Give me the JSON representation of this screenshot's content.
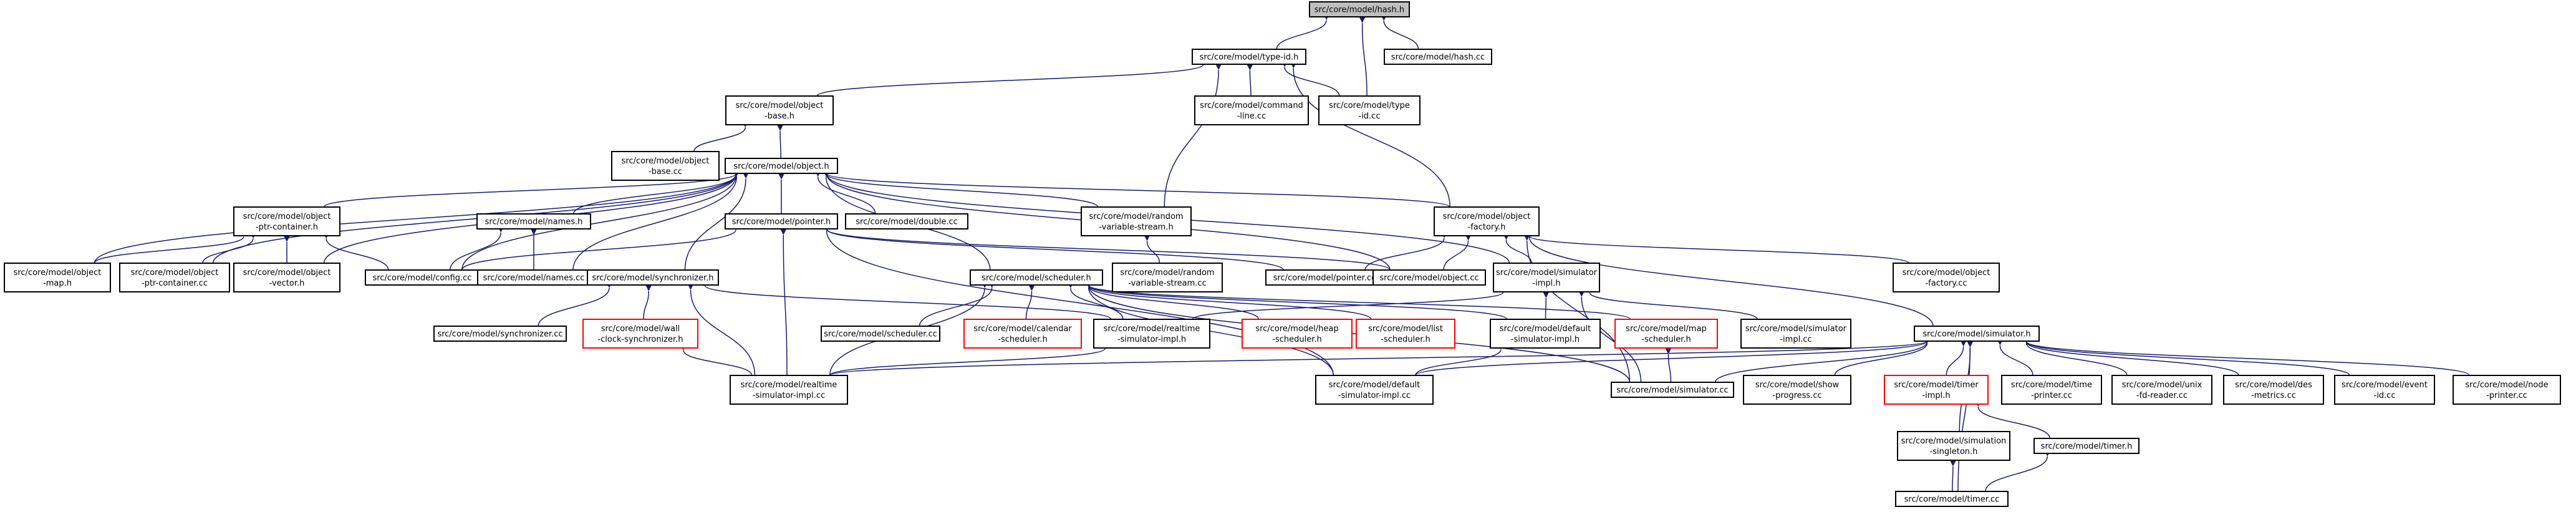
{
  "nodes": {
    "hash_h": {
      "label": [
        "src/core/model/hash.h"
      ],
      "style": "focus"
    },
    "hash_cc": {
      "label": [
        "src/core/model/hash.cc"
      ],
      "style": "normal"
    },
    "type_id_h": {
      "label": [
        "src/core/model/type-id.h"
      ],
      "style": "normal"
    },
    "object_base_h": {
      "label": [
        "src/core/model/object",
        "-base.h"
      ],
      "style": "normal"
    },
    "command_line_cc": {
      "label": [
        "src/core/model/command",
        "-line.cc"
      ],
      "style": "normal"
    },
    "type_id_cc": {
      "label": [
        "src/core/model/type",
        "-id.cc"
      ],
      "style": "normal"
    },
    "object_base_cc": {
      "label": [
        "src/core/model/object",
        "-base.cc"
      ],
      "style": "normal"
    },
    "object_h": {
      "label": [
        "src/core/model/object.h"
      ],
      "style": "normal"
    },
    "object_ptr_container_h": {
      "label": [
        "src/core/model/object",
        "-ptr-container.h"
      ],
      "style": "normal"
    },
    "names_h": {
      "label": [
        "src/core/model/names.h"
      ],
      "style": "normal"
    },
    "pointer_h": {
      "label": [
        "src/core/model/pointer.h"
      ],
      "style": "normal"
    },
    "double_cc": {
      "label": [
        "src/core/model/double.cc"
      ],
      "style": "normal"
    },
    "random_variable_stream_h": {
      "label": [
        "src/core/model/random",
        "-variable-stream.h"
      ],
      "style": "normal"
    },
    "object_factory_h": {
      "label": [
        "src/core/model/object",
        "-factory.h"
      ],
      "style": "normal"
    },
    "object_map_h": {
      "label": [
        "src/core/model/object",
        "-map.h"
      ],
      "style": "normal"
    },
    "object_ptr_container_cc": {
      "label": [
        "src/core/model/object",
        "-ptr-container.cc"
      ],
      "style": "normal"
    },
    "object_vector_h": {
      "label": [
        "src/core/model/object",
        "-vector.h"
      ],
      "style": "normal"
    },
    "config_cc": {
      "label": [
        "src/core/model/config.cc"
      ],
      "style": "normal"
    },
    "names_cc": {
      "label": [
        "src/core/model/names.cc"
      ],
      "style": "normal"
    },
    "random_variable_stream_cc": {
      "label": [
        "src/core/model/random",
        "-variable-stream.cc"
      ],
      "style": "normal"
    },
    "pointer_cc": {
      "label": [
        "src/core/model/pointer.cc"
      ],
      "style": "normal"
    },
    "object_cc": {
      "label": [
        "src/core/model/object.cc"
      ],
      "style": "normal"
    },
    "simulator_impl_h": {
      "label": [
        "src/core/model/simulator",
        "-impl.h"
      ],
      "style": "normal"
    },
    "object_factory_cc": {
      "label": [
        "src/core/model/object",
        "-factory.cc"
      ],
      "style": "normal"
    },
    "synchronizer_h": {
      "label": [
        "src/core/model/synchronizer.h"
      ],
      "style": "normal"
    },
    "scheduler_h": {
      "label": [
        "src/core/model/scheduler.h"
      ],
      "style": "normal"
    },
    "synchronizer_cc": {
      "label": [
        "src/core/model/synchronizer.cc"
      ],
      "style": "normal"
    },
    "wall_clock_synchronizer_h": {
      "label": [
        "src/core/model/wall",
        "-clock-synchronizer.h"
      ],
      "style": "truncated"
    },
    "scheduler_cc": {
      "label": [
        "src/core/model/scheduler.cc"
      ],
      "style": "normal"
    },
    "calendar_scheduler_h": {
      "label": [
        "src/core/model/calendar",
        "-scheduler.h"
      ],
      "style": "truncated"
    },
    "realtime_simulator_impl_h": {
      "label": [
        "src/core/model/realtime",
        "-simulator-impl.h"
      ],
      "style": "normal"
    },
    "heap_scheduler_h": {
      "label": [
        "src/core/model/heap",
        "-scheduler.h"
      ],
      "style": "truncated"
    },
    "list_scheduler_h": {
      "label": [
        "src/core/model/list",
        "-scheduler.h"
      ],
      "style": "truncated"
    },
    "default_simulator_impl_h": {
      "label": [
        "src/core/model/default",
        "-simulator-impl.h"
      ],
      "style": "normal"
    },
    "map_scheduler_h": {
      "label": [
        "src/core/model/map",
        "-scheduler.h"
      ],
      "style": "truncated"
    },
    "simulator_impl_cc": {
      "label": [
        "src/core/model/simulator",
        "-impl.cc"
      ],
      "style": "normal"
    },
    "simulator_h": {
      "label": [
        "src/core/model/simulator.h"
      ],
      "style": "normal"
    },
    "realtime_simulator_impl_cc": {
      "label": [
        "src/core/model/realtime",
        "-simulator-impl.cc"
      ],
      "style": "normal"
    },
    "default_simulator_impl_cc": {
      "label": [
        "src/core/model/default",
        "-simulator-impl.cc"
      ],
      "style": "normal"
    },
    "simulator_cc": {
      "label": [
        "src/core/model/simulator.cc"
      ],
      "style": "normal"
    },
    "show_progress_cc": {
      "label": [
        "src/core/model/show",
        "-progress.cc"
      ],
      "style": "normal"
    },
    "timer_impl_h": {
      "label": [
        "src/core/model/timer",
        "-impl.h"
      ],
      "style": "truncated"
    },
    "time_printer_cc": {
      "label": [
        "src/core/model/time",
        "-printer.cc"
      ],
      "style": "normal"
    },
    "unix_fd_reader_cc": {
      "label": [
        "src/core/model/unix",
        "-fd-reader.cc"
      ],
      "style": "normal"
    },
    "des_metrics_cc": {
      "label": [
        "src/core/model/des",
        "-metrics.cc"
      ],
      "style": "normal"
    },
    "event_id_cc": {
      "label": [
        "src/core/model/event",
        "-id.cc"
      ],
      "style": "normal"
    },
    "node_printer_cc": {
      "label": [
        "src/core/model/node",
        "-printer.cc"
      ],
      "style": "normal"
    },
    "simulation_singleton_h": {
      "label": [
        "src/core/model/simulation",
        "-singleton.h"
      ],
      "style": "normal"
    },
    "timer_h": {
      "label": [
        "src/core/model/timer.h"
      ],
      "style": "normal"
    },
    "timer_cc": {
      "label": [
        "src/core/model/timer.cc"
      ],
      "style": "normal"
    }
  },
  "edges": [
    [
      "hash_h",
      "hash_cc"
    ],
    [
      "hash_h",
      "type_id_h"
    ],
    [
      "hash_h",
      "type_id_cc"
    ],
    [
      "type_id_h",
      "object_base_h"
    ],
    [
      "type_id_h",
      "command_line_cc"
    ],
    [
      "type_id_h",
      "type_id_cc"
    ],
    [
      "type_id_h",
      "random_variable_stream_h"
    ],
    [
      "type_id_h",
      "object_factory_h"
    ],
    [
      "object_base_h",
      "object_base_cc"
    ],
    [
      "object_base_h",
      "object_h"
    ],
    [
      "object_h",
      "object_map_h"
    ],
    [
      "object_h",
      "object_ptr_container_h"
    ],
    [
      "object_h",
      "object_ptr_container_cc"
    ],
    [
      "object_h",
      "object_vector_h"
    ],
    [
      "object_h",
      "config_cc"
    ],
    [
      "object_h",
      "names_h"
    ],
    [
      "object_h",
      "names_cc"
    ],
    [
      "object_h",
      "pointer_h"
    ],
    [
      "object_h",
      "synchronizer_h"
    ],
    [
      "object_h",
      "double_cc"
    ],
    [
      "object_h",
      "random_variable_stream_h"
    ],
    [
      "object_h",
      "object_factory_h"
    ],
    [
      "object_h",
      "scheduler_h"
    ],
    [
      "object_h",
      "object_cc"
    ],
    [
      "object_h",
      "simulator_impl_h"
    ],
    [
      "object_ptr_container_h",
      "object_map_h"
    ],
    [
      "object_ptr_container_h",
      "object_ptr_container_cc"
    ],
    [
      "object_ptr_container_h",
      "object_vector_h"
    ],
    [
      "object_ptr_container_h",
      "config_cc"
    ],
    [
      "names_h",
      "config_cc"
    ],
    [
      "names_h",
      "names_cc"
    ],
    [
      "pointer_h",
      "config_cc"
    ],
    [
      "pointer_h",
      "pointer_cc"
    ],
    [
      "pointer_h",
      "object_cc"
    ],
    [
      "pointer_h",
      "realtime_simulator_impl_cc"
    ],
    [
      "pointer_h",
      "default_simulator_impl_cc"
    ],
    [
      "random_variable_stream_h",
      "random_variable_stream_cc"
    ],
    [
      "object_factory_h",
      "pointer_cc"
    ],
    [
      "object_factory_h",
      "object_cc"
    ],
    [
      "object_factory_h",
      "simulator_impl_h"
    ],
    [
      "object_factory_h",
      "object_factory_cc"
    ],
    [
      "object_factory_h",
      "simulator_h"
    ],
    [
      "object_factory_h",
      "simulator_cc"
    ],
    [
      "synchronizer_h",
      "synchronizer_cc"
    ],
    [
      "synchronizer_h",
      "wall_clock_synchronizer_h"
    ],
    [
      "synchronizer_h",
      "realtime_simulator_impl_h"
    ],
    [
      "synchronizer_h",
      "realtime_simulator_impl_cc"
    ],
    [
      "wall_clock_synchronizer_h",
      "realtime_simulator_impl_cc"
    ],
    [
      "scheduler_h",
      "scheduler_cc"
    ],
    [
      "scheduler_h",
      "calendar_scheduler_h"
    ],
    [
      "scheduler_h",
      "realtime_simulator_impl_h"
    ],
    [
      "scheduler_h",
      "heap_scheduler_h"
    ],
    [
      "scheduler_h",
      "list_scheduler_h"
    ],
    [
      "scheduler_h",
      "default_simulator_impl_h"
    ],
    [
      "scheduler_h",
      "map_scheduler_h"
    ],
    [
      "scheduler_h",
      "realtime_simulator_impl_cc"
    ],
    [
      "scheduler_h",
      "default_simulator_impl_cc"
    ],
    [
      "scheduler_h",
      "simulator_cc"
    ],
    [
      "realtime_simulator_impl_h",
      "realtime_simulator_impl_cc"
    ],
    [
      "simulator_impl_h",
      "realtime_simulator_impl_h"
    ],
    [
      "simulator_impl_h",
      "default_simulator_impl_h"
    ],
    [
      "simulator_impl_h",
      "simulator_impl_cc"
    ],
    [
      "simulator_impl_h",
      "simulator_cc"
    ],
    [
      "default_simulator_impl_h",
      "default_simulator_impl_cc"
    ],
    [
      "map_scheduler_h",
      "simulator_cc"
    ],
    [
      "simulator_h",
      "realtime_simulator_impl_cc"
    ],
    [
      "simulator_h",
      "default_simulator_impl_cc"
    ],
    [
      "simulator_h",
      "simulator_cc"
    ],
    [
      "simulator_h",
      "show_progress_cc"
    ],
    [
      "simulator_h",
      "timer_impl_h"
    ],
    [
      "simulator_h",
      "time_printer_cc"
    ],
    [
      "simulator_h",
      "unix_fd_reader_cc"
    ],
    [
      "simulator_h",
      "des_metrics_cc"
    ],
    [
      "simulator_h",
      "event_id_cc"
    ],
    [
      "simulator_h",
      "node_printer_cc"
    ],
    [
      "simulator_h",
      "simulation_singleton_h"
    ],
    [
      "simulator_h",
      "timer_cc"
    ],
    [
      "timer_impl_h",
      "timer_h"
    ],
    [
      "simulation_singleton_h",
      "timer_cc"
    ],
    [
      "timer_h",
      "timer_cc"
    ]
  ],
  "colors": {
    "edge": "#191970",
    "focus_fill": "#bfbfbf",
    "focus_border": "#000000",
    "normal_fill": "#ffffff",
    "normal_border": "#000000",
    "truncated_border": "#ff0000"
  }
}
